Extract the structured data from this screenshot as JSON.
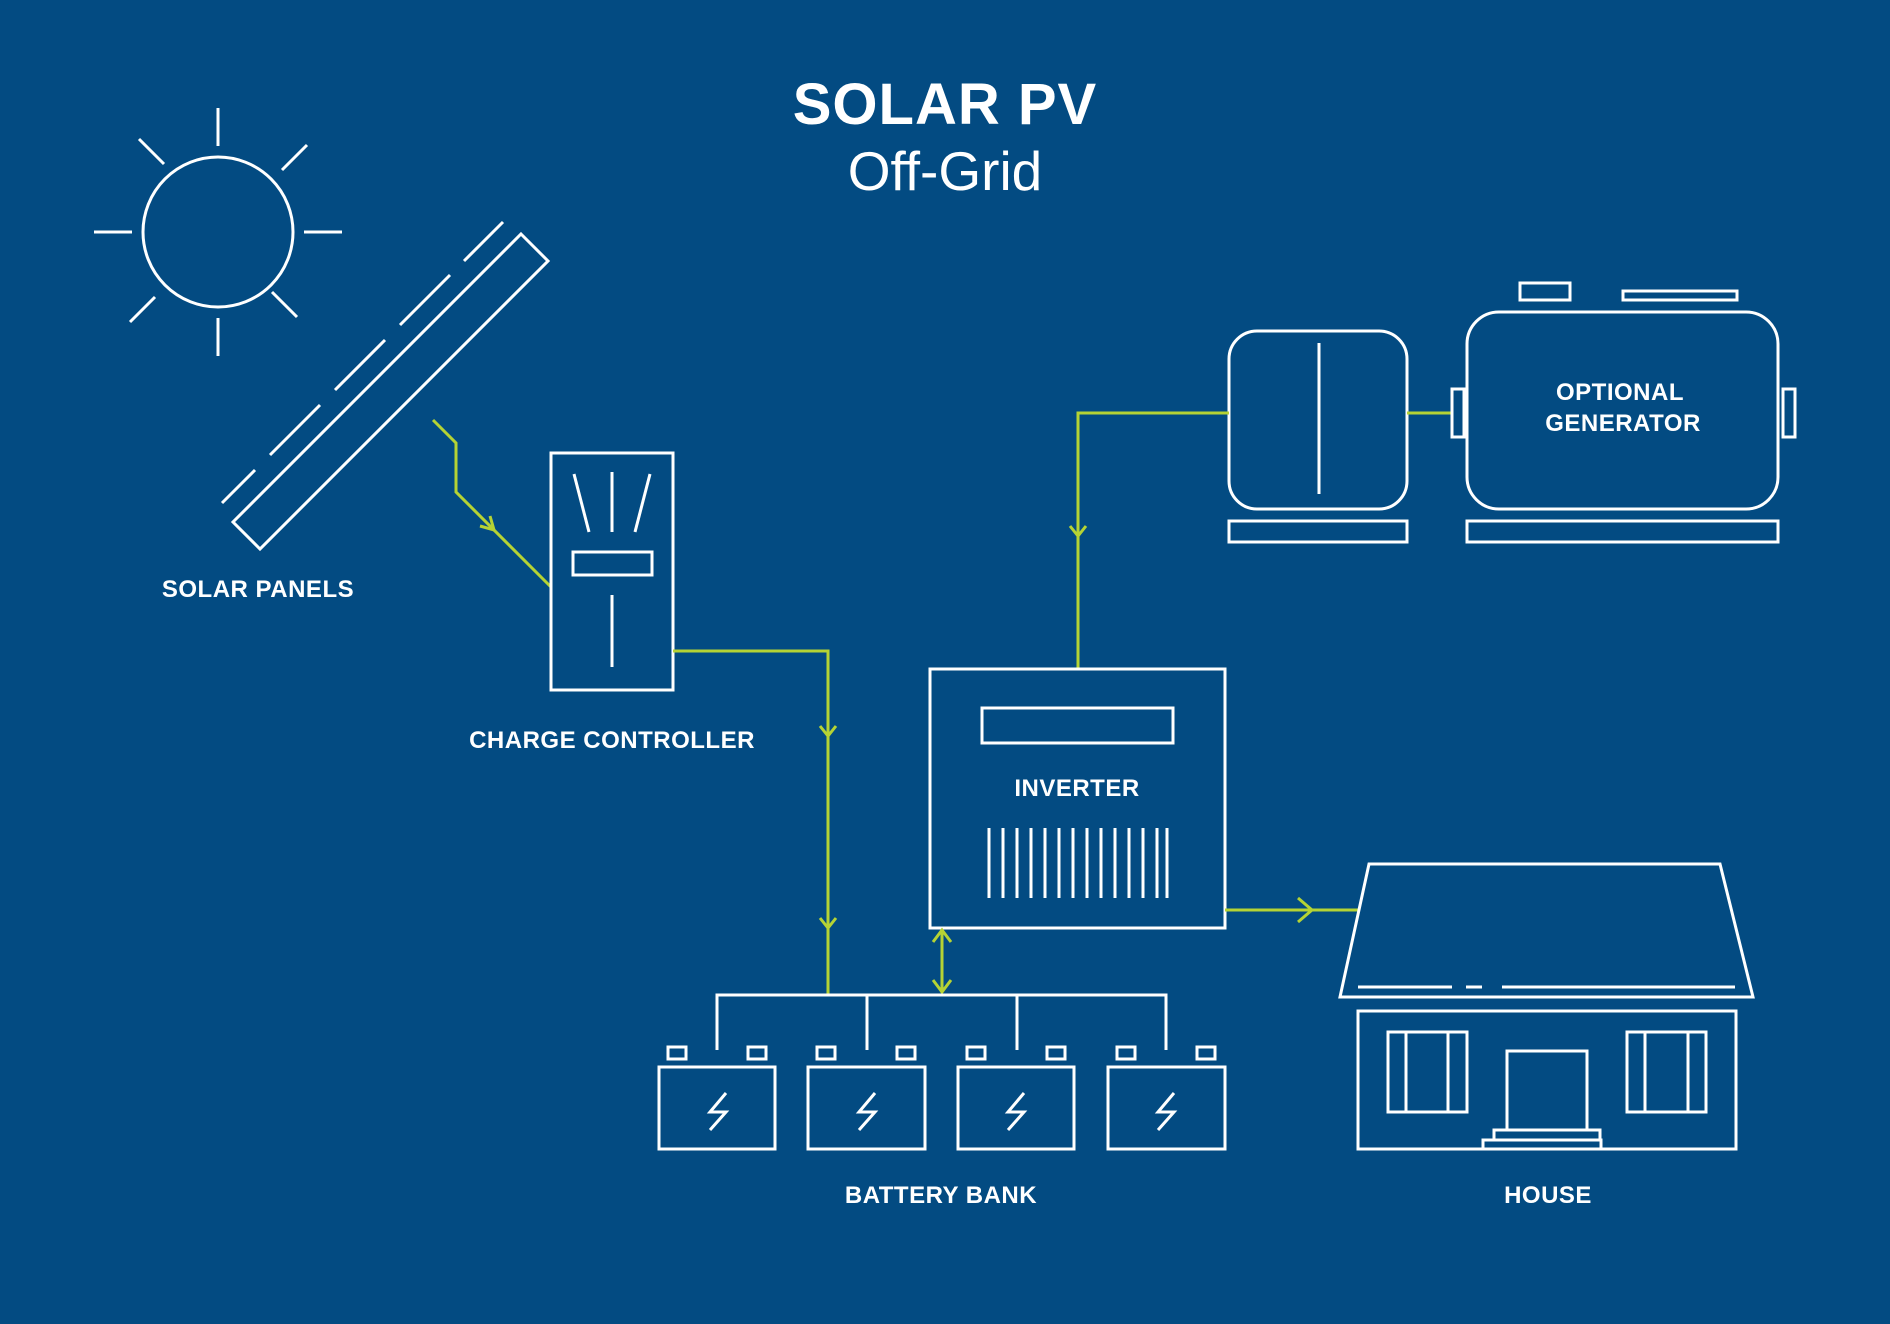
{
  "title": "SOLAR PV",
  "subtitle": "Off-Grid",
  "labels": {
    "solar_panels": "SOLAR PANELS",
    "charge_controller": "CHARGE CONTROLLER",
    "inverter": "INVERTER",
    "generator_line1": "OPTIONAL",
    "generator_line2": "GENERATOR",
    "battery_bank": "BATTERY BANK",
    "house": "HOUSE"
  },
  "colors": {
    "background": "#034b82",
    "line": "#ffffff",
    "flow": "#b5d334"
  },
  "icons": {
    "sun": "sun-icon",
    "battery_symbol": "lightning-bolt-icon"
  }
}
